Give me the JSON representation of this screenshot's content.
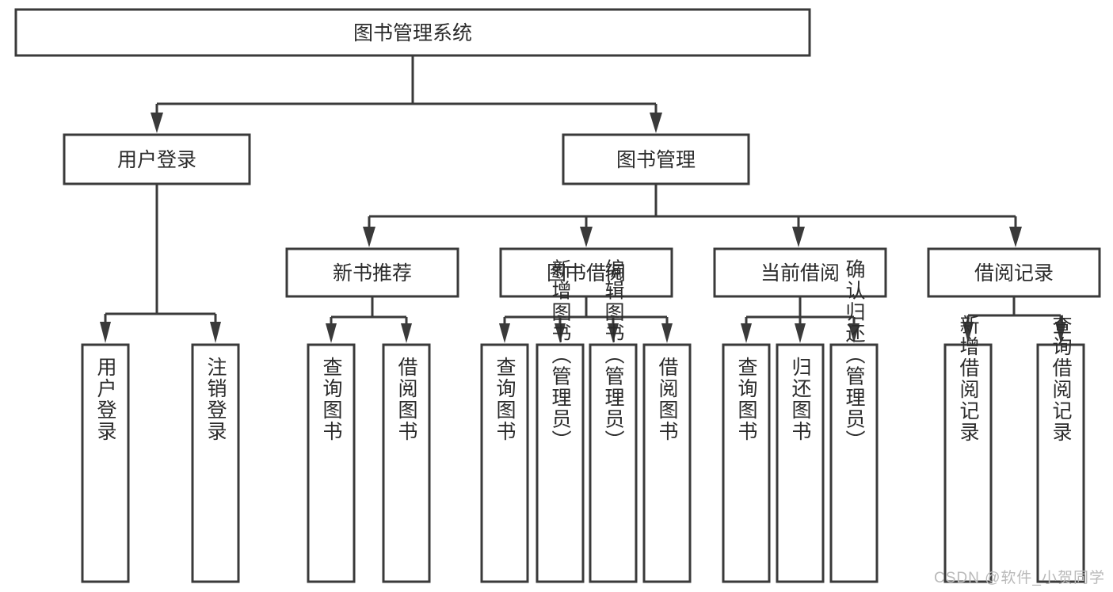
{
  "diagram": {
    "type": "tree-hierarchy",
    "title": "图书管理系统",
    "orientation": "top-down",
    "watermark": "CSDN @软件_小贺同学",
    "colors": {
      "background": "#ffffff",
      "box_fill": "#ffffff",
      "box_stroke": "#3a3a3a",
      "connector": "#3a3a3a",
      "text": "#2b2b2b",
      "watermark": "#b9b9b9"
    },
    "root": {
      "label": "图书管理系统"
    },
    "level1": [
      {
        "label": "用户登录"
      },
      {
        "label": "图书管理"
      }
    ],
    "level2": [
      {
        "label": "新书推荐"
      },
      {
        "label": "图书借阅"
      },
      {
        "label": "当前借阅"
      },
      {
        "label": "借阅记录"
      }
    ],
    "leaves": {
      "user_login": [
        {
          "label": "用户登录"
        },
        {
          "label": "注销登录"
        }
      ],
      "new_book": [
        {
          "label": "查询图书"
        },
        {
          "label": "借阅图书"
        }
      ],
      "book_borrow": [
        {
          "label": "查询图书"
        },
        {
          "label": "新增图书（管理员）"
        },
        {
          "label": "编辑图书（管理员）"
        },
        {
          "label": "借阅图书"
        }
      ],
      "current_borrow": [
        {
          "label": "查询图书"
        },
        {
          "label": "归还图书"
        },
        {
          "label": "确认归还（管理员）"
        }
      ],
      "borrow_record": [
        {
          "label": "新增借阅记录"
        },
        {
          "label": "查询借阅记录"
        }
      ]
    }
  }
}
